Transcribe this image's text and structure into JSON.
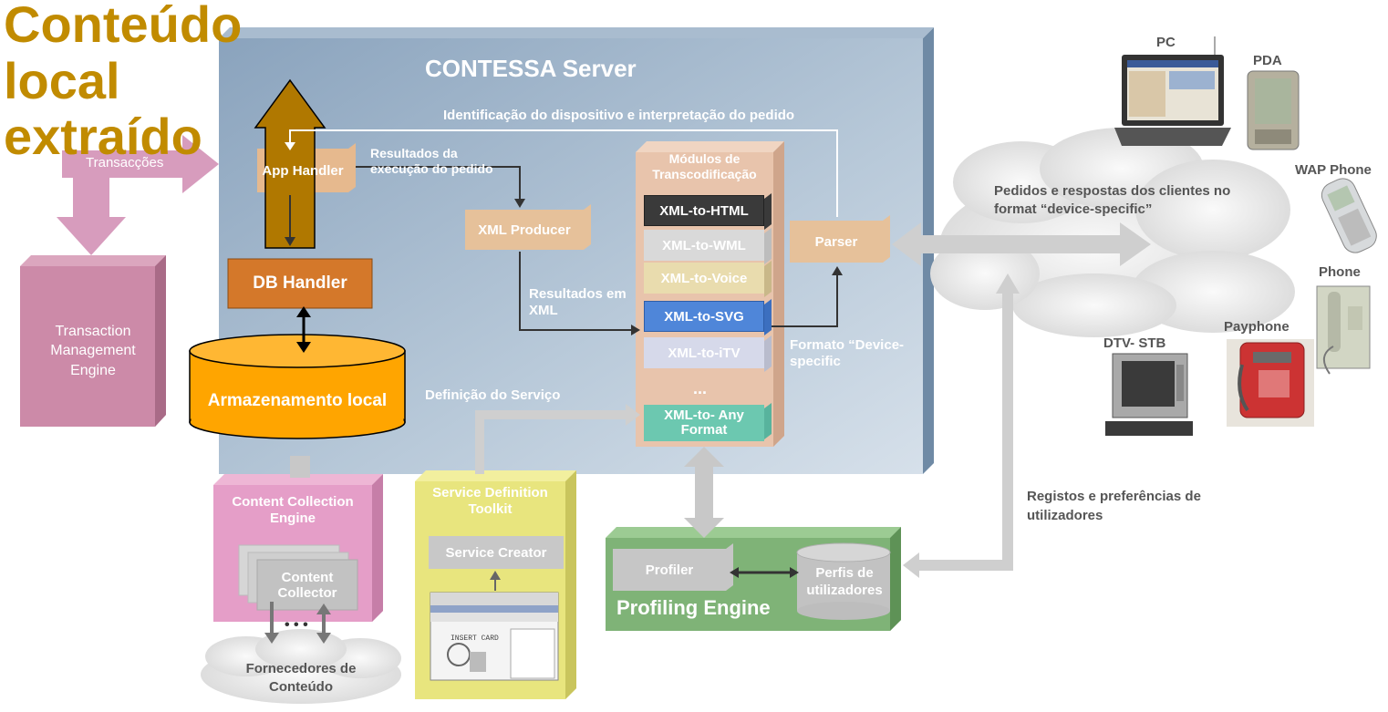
{
  "title": "Conteúdo local extraído",
  "server": {
    "title": "CONTESSA Server",
    "identification": "Identificação do dispositivo e interpretação do pedido",
    "results_exec": "Resultados da execução do pedido",
    "xml_producer": "XML Producer",
    "results_xml": "Resultados em XML",
    "service_definition": "Definição do Serviço",
    "format_device": "Formato “Device-specific",
    "parser": "Parser",
    "app_handler": "App Handler",
    "db_handler": "DB Handler",
    "storage": "Armazenamento local"
  },
  "transcoding": {
    "title": "Módulos de Transcodificação",
    "modules": [
      "XML-to-HTML",
      "XML-to-WML",
      "XML-to-Voice",
      "XML-to-SVG",
      "XML-to-iTV"
    ],
    "ellipsis": "...",
    "any_format": "XML-to- Any Format"
  },
  "transactions": "Transacções",
  "tme": "Transaction Management Engine",
  "content_collection": {
    "title": "Content Collection Engine",
    "collector": "Content Collector",
    "providers": "Fornecedores de Conteúdo"
  },
  "service_toolkit": {
    "title": "Service Definition Toolkit",
    "creator": "Service Creator",
    "screenshot_caption": "INSERT CARD"
  },
  "profiling": {
    "title": "Profiling Engine",
    "profiler": "Profiler",
    "profiles": "Perfis de utilizadores"
  },
  "clients": {
    "cloud_text": "Pedidos e respostas dos clientes no format “device-specific”",
    "registos": "Registos e preferências de utilizadores",
    "devices": [
      "PC",
      "PDA",
      "WAP Phone",
      "Phone",
      "Payphone",
      "DTV- STB"
    ]
  },
  "colors": {
    "server_bg": "#8fa8c0",
    "title_gold": "#c18b00",
    "db_handler": "#d4782a",
    "storage": "#ffa500",
    "profiling": "#7fb074",
    "toolkit": "#e8e47a",
    "collection": "#e49ac6"
  }
}
